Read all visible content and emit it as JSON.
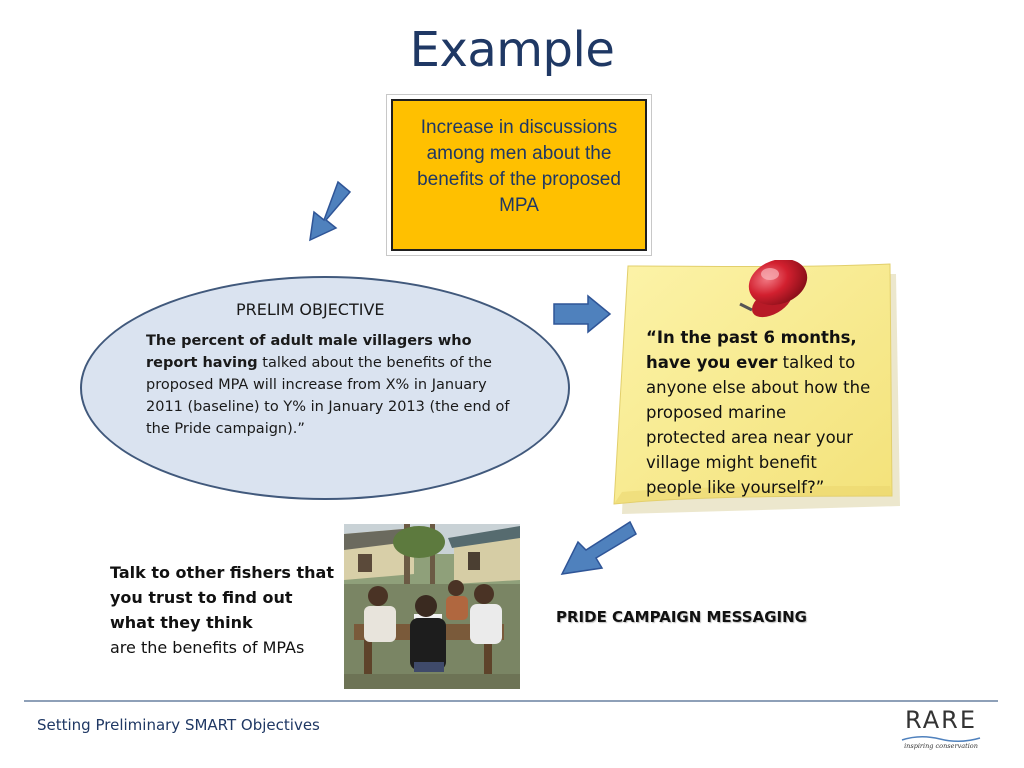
{
  "slide": {
    "title": "Example"
  },
  "goal_box": {
    "text": "Increase in discussions among men about the benefits of the proposed MPA"
  },
  "prelim_objective": {
    "heading": "PRELIM OBJECTIVE",
    "bold_part": "The percent of adult male villagers who report having",
    "rest": " talked about the benefits of the proposed MPA will increase from X% in January 2011 (baseline) to Y% in January 2013 (the end of the Pride campaign).”"
  },
  "survey_question": {
    "bold_part": "“In the past 6 months, have you ever",
    "rest": " talked to anyone else about how the proposed marine protected area near your village might benefit people like yourself?”"
  },
  "message": {
    "bold_part": "Talk to other fishers that you trust to find out what they think",
    "rest": "are the benefits of MPAs"
  },
  "pride_label": "PRIDE CAMPAIGN MESSAGING",
  "footer": {
    "text": "Setting Preliminary SMART Objectives",
    "logo_word": "RARE",
    "logo_tagline": "inspiring conservation"
  },
  "colors": {
    "title": "#1f3864",
    "goal_fill": "#ffc000",
    "ellipse_fill": "#dae3f0",
    "ellipse_border": "#41597c",
    "arrow_fill": "#4f81bd",
    "sticky_note": "#fbee9a",
    "pin": "#d2202f"
  },
  "icons": [
    "arrow-down-left-icon",
    "arrow-right-icon",
    "push-pin-icon"
  ]
}
